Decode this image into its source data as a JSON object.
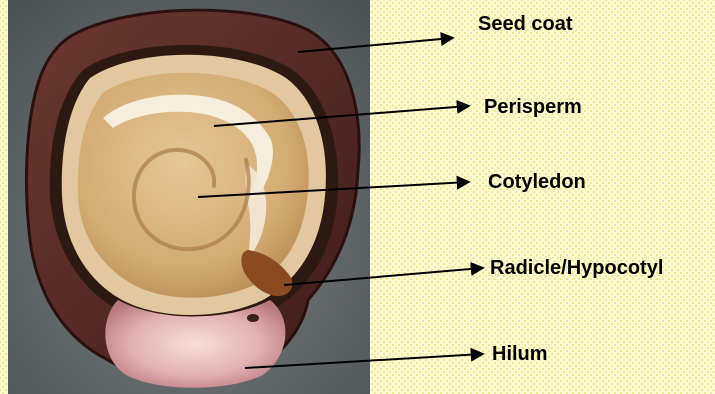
{
  "labels": {
    "seed_coat": "Seed coat",
    "perisperm": "Perisperm",
    "cotyledon": "Cotyledon",
    "radicle": "Radicle/Hypocotyl",
    "hilum": "Hilum"
  },
  "colors": {
    "background": "#fffbd0",
    "photo_backdrop": "#5f6466",
    "seed_coat": "#5a2c28",
    "perisperm": "#f4ecd6",
    "cotyledon": "#d9b583",
    "hilum": "#e8bcc0",
    "text": "#000000"
  }
}
